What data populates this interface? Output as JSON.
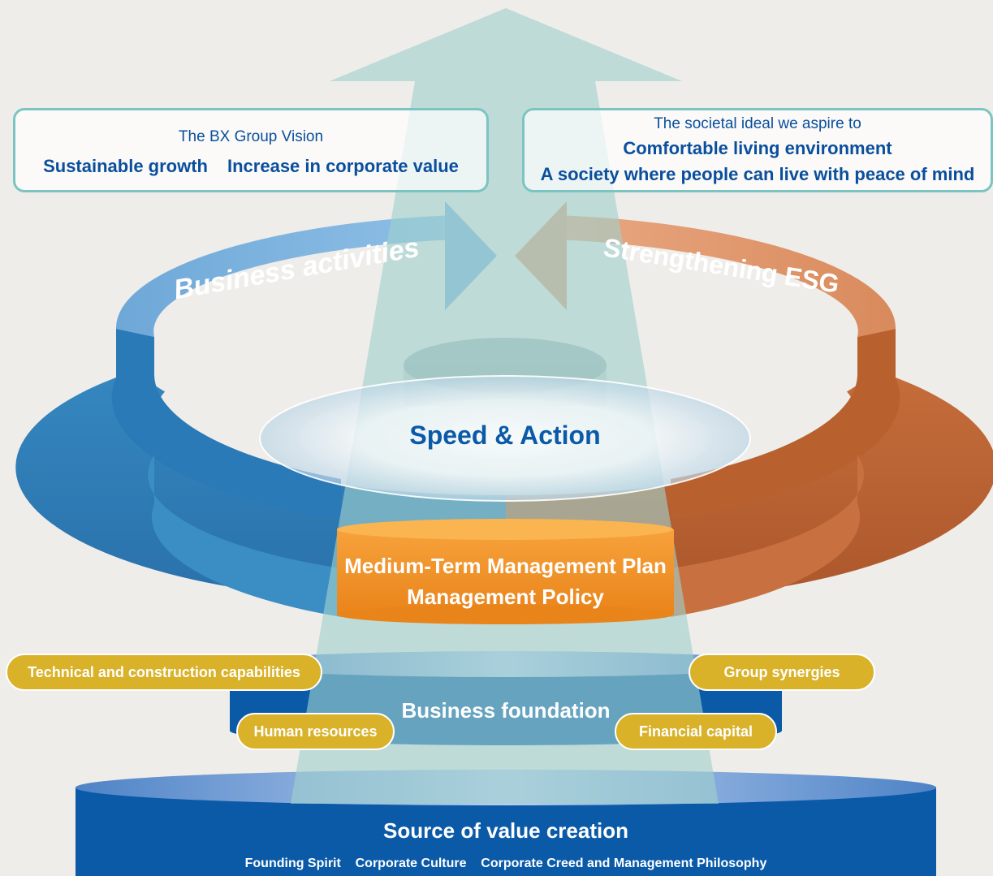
{
  "vision": {
    "title": "The BX Group Vision",
    "item1": "Sustainable growth",
    "item2": "Increase in corporate value"
  },
  "societal": {
    "title": "The societal ideal we aspire to",
    "line1": "Comfortable living environment",
    "line2": "A society where people can live with peace of mind"
  },
  "cycle": {
    "left_label": "Business activities",
    "right_label": "Strengthening ESG",
    "center_label": "Speed & Action"
  },
  "plan": {
    "line1": "Medium-Term Management Plan",
    "line2": "Management Policy"
  },
  "foundation": {
    "title": "Business foundation",
    "items": [
      "Technical and construction capabilities",
      "Group synergies",
      "Human resources",
      "Financial capital"
    ]
  },
  "source": {
    "title": "Source of value creation",
    "items": [
      "Founding Spirit",
      "Corporate Culture",
      "Corporate Creed and Management Philosophy"
    ]
  },
  "colors": {
    "background": "#efedea",
    "blue": "#0a5aa8",
    "orange": "#f0901e",
    "gold": "#d9b22a",
    "teal_arrow": "#9fd0cd",
    "ring_blue": "#3a8ec4",
    "ring_orange": "#c8703f"
  }
}
